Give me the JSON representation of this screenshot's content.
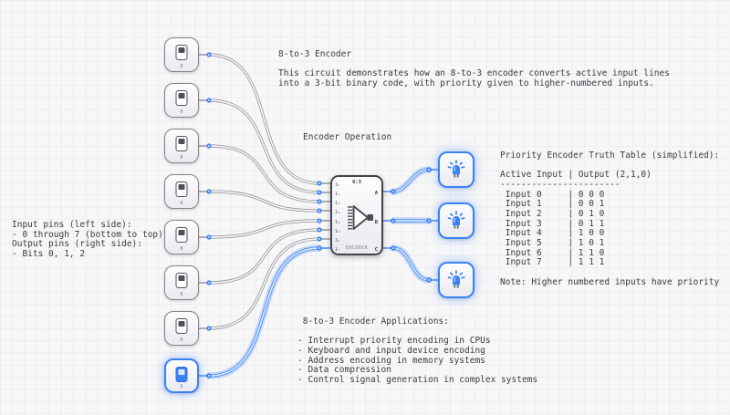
{
  "colors": {
    "background": "#f7f7f8",
    "grid_line": "#ededf0",
    "text": "#3a3a40",
    "accent_blue": "#3b82f6",
    "wire_gray": "#8f8f97"
  },
  "annotations": {
    "title_block": "8-to-3 Encoder\n\nThis circuit demonstrates how an 8-to-3 encoder converts active input lines\ninto a 3-bit binary code, with priority given to higher-numbered inputs.",
    "operation_label": "Encoder Operation",
    "pin_description_block": "Input pins (left side):\n- 0 through 7 (bottom to top)\nOutput pins (right side):\n- Bits 0, 1, 2",
    "truth_table_block": "Priority Encoder Truth Table (simplified):\n\nActive Input | Output (2,1,0)\n-----------------------\n Input 0     | 0 0 0\n Input 1     | 0 0 1\n Input 2     | 0 1 0\n Input 3     | 0 1 1\n Input 4     | 1 0 0\n Input 5     | 1 0 1\n Input 6     | 1 1 0\n Input 7     | 1 1 1\n\nNote: Higher numbered inputs have priority",
    "applications_block": " 8-to-3 Encoder Applications:\n\n- Interrupt priority encoding in CPUs\n- Keyboard and input device encoding\n- Address encoding in memory systems\n- Data compression\n- Control signal generation in complex systems"
  },
  "switches": [
    {
      "label": "0",
      "state": "off"
    },
    {
      "label": "0",
      "state": "off"
    },
    {
      "label": "0",
      "state": "off"
    },
    {
      "label": "0",
      "state": "off"
    },
    {
      "label": "0",
      "state": "off"
    },
    {
      "label": "0",
      "state": "off"
    },
    {
      "label": "0",
      "state": "off"
    },
    {
      "label": "1",
      "state": "on"
    }
  ],
  "encoder": {
    "top_label": "8:3",
    "name_label": "ENCODER",
    "input_labels": [
      "I₀",
      "I₁",
      "I₂",
      "I₃",
      "I₄",
      "I₅",
      "I₆",
      "I₇"
    ],
    "output_labels": [
      "A",
      "B",
      "C"
    ]
  },
  "icons": {
    "switch": "toggle-switch-icon",
    "led": "lit-led-icon",
    "encoder": "funnel-icon"
  }
}
